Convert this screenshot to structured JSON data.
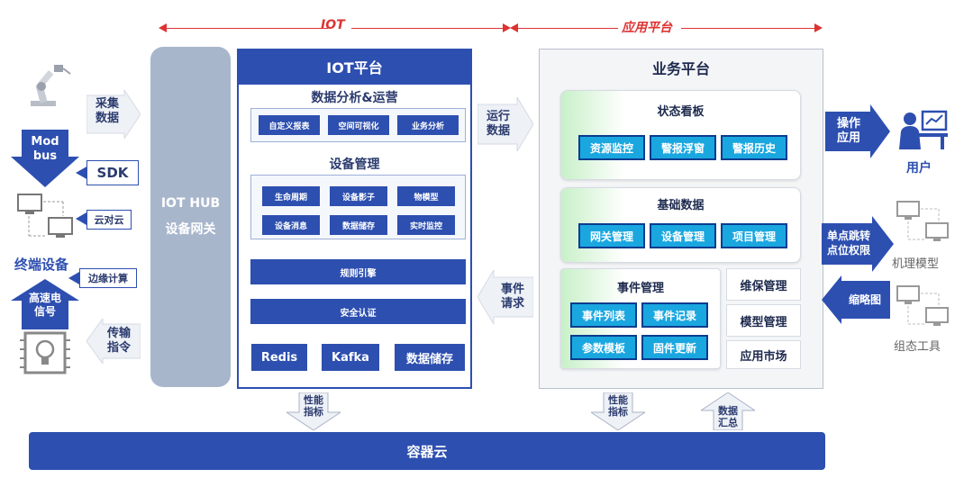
{
  "colors": {
    "primary_blue": "#2d4fb0",
    "cyan": "#1aa7e0",
    "hub_gray": "#a8b6cc",
    "arrow_red": "#dd3333"
  },
  "top": {
    "iot_label": "IOT",
    "app_label": "应用平台"
  },
  "left": {
    "collect": [
      "采集",
      "数据"
    ],
    "modbus": [
      "Mod",
      "bus"
    ],
    "sdk": "SDK",
    "cloud_to_cloud": "云对云",
    "terminal": "终端设备",
    "edge": "边缘计算",
    "hs_signal": [
      "高速电",
      "信号"
    ],
    "transmit": [
      "传输",
      "指令"
    ],
    "robot_icon": "robot-arm-icon",
    "chip_icon": "chip-bulb-icon",
    "device_icon": "monitor-network-icon"
  },
  "hub": {
    "line1": "IOT HUB",
    "line2": "设备网关"
  },
  "iot": {
    "title": "IOT平台",
    "analysis_title": "数据分析&运营",
    "analysis_tags": [
      "自定义报表",
      "空间可视化",
      "业务分析"
    ],
    "device_title": "设备管理",
    "device_tags": [
      "生命周期",
      "设备影子",
      "物模型",
      "设备消息",
      "数据储存",
      "实时监控"
    ],
    "rule_engine": "规则引擎",
    "security": "安全认证",
    "storage": [
      "Redis",
      "Kafka",
      "数据储存"
    ]
  },
  "mid": {
    "run_data": [
      "运行",
      "数据"
    ],
    "event_req": [
      "事件",
      "请求"
    ]
  },
  "biz": {
    "title": "业务平台",
    "status_board": {
      "title": "状态看板",
      "items": [
        "资源监控",
        "警报浮窗",
        "警报历史"
      ]
    },
    "base_data": {
      "title": "基础数据",
      "items": [
        "网关管理",
        "设备管理",
        "项目管理"
      ]
    },
    "event_mgmt": {
      "title": "事件管理",
      "items": [
        "事件列表",
        "事件记录",
        "参数模板",
        "固件更新"
      ]
    },
    "side": [
      "维保管理",
      "模型管理",
      "应用市场"
    ]
  },
  "right": {
    "operate": [
      "操作",
      "应用"
    ],
    "user": "用户",
    "sso": [
      "单点跳转",
      "点位权限"
    ],
    "model": "机理模型",
    "thumb": "缩略图",
    "config_tool": "组态工具",
    "user_icon": "user-desk-icon"
  },
  "bottom": {
    "perf1": [
      "性能",
      "指标"
    ],
    "perf2": [
      "性能",
      "指标"
    ],
    "summary": [
      "数据",
      "汇总"
    ],
    "cloud": "容器云"
  }
}
